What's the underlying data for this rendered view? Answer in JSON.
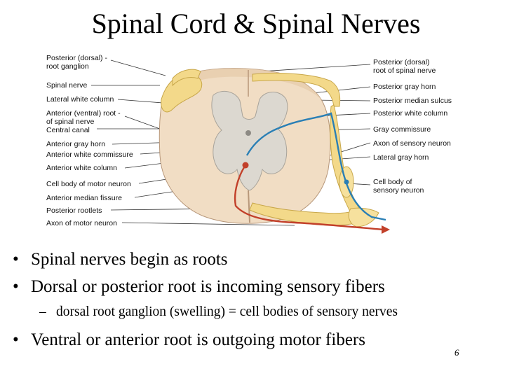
{
  "slide": {
    "title": "Spinal Cord & Spinal Nerves",
    "page_number": "6"
  },
  "figure": {
    "left_labels": [
      "Posterior (dorsal) -",
      "root ganglion",
      "Spinal nerve",
      "Lateral white column",
      "Anterior (ventral) root -",
      "of spinal nerve",
      "Central canal",
      "Anterior gray horn",
      "Anterior white commissure",
      "Anterior white column",
      "Cell body of motor neuron",
      "Anterior median fissure",
      "Posterior rootlets",
      "Axon of motor neuron"
    ],
    "right_labels": [
      "Posterior (dorsal)",
      "root of spinal nerve",
      "Posterior gray horn",
      "Posterior median sulcus",
      "Posterior white column",
      "Gray commissure",
      "Axon of sensory neuron",
      "Lateral gray horn",
      "Cell body of",
      "sensory neuron"
    ],
    "colors": {
      "white_matter": "#f1ddc4",
      "gray_matter": "#dcd8d0",
      "nerve_yellow": "#f3d98a",
      "sensory_axon": "#2a7fb5",
      "motor_axon": "#c2402a"
    }
  },
  "bullets": [
    {
      "mark": "•",
      "text": "Spinal nerves begin as roots"
    },
    {
      "mark": "•",
      "text": "Dorsal or posterior root is incoming sensory fibers"
    },
    {
      "mark": "–",
      "text": "dorsal root ganglion (swelling) = cell bodies of sensory nerves"
    },
    {
      "mark": "•",
      "text": "Ventral or anterior root is outgoing motor fibers"
    }
  ]
}
